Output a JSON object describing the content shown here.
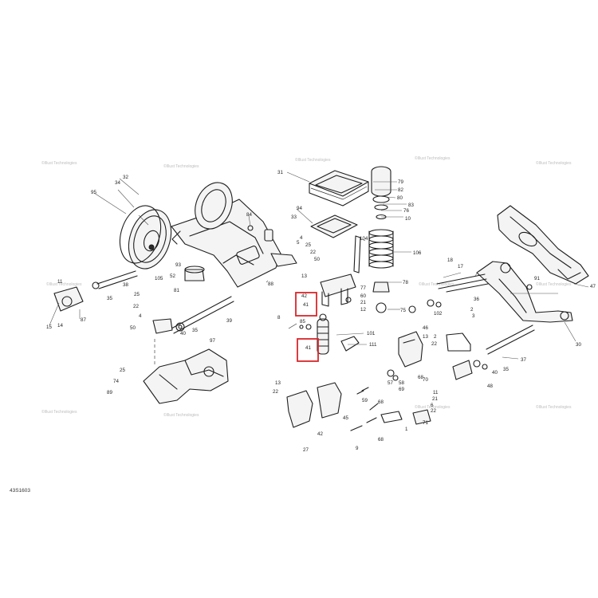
{
  "drawing_code": "43S1603",
  "watermark": "©Illust Technologies",
  "callouts": [
    {
      "id": "c95",
      "label": "95"
    },
    {
      "id": "c34",
      "label": "34"
    },
    {
      "id": "c32",
      "label": "32"
    },
    {
      "id": "c84",
      "label": "84"
    },
    {
      "id": "c33",
      "label": "33"
    },
    {
      "id": "c31",
      "label": "31"
    },
    {
      "id": "c94",
      "label": "94"
    },
    {
      "id": "c5a",
      "label": "5"
    },
    {
      "id": "c4a",
      "label": "4"
    },
    {
      "id": "c25a",
      "label": "25"
    },
    {
      "id": "c22a",
      "label": "22"
    },
    {
      "id": "c50a",
      "label": "50"
    },
    {
      "id": "c79",
      "label": "79"
    },
    {
      "id": "c82",
      "label": "82"
    },
    {
      "id": "c80",
      "label": "80"
    },
    {
      "id": "c83",
      "label": "83"
    },
    {
      "id": "c76",
      "label": "76"
    },
    {
      "id": "c10",
      "label": "10"
    },
    {
      "id": "c104",
      "label": "104"
    },
    {
      "id": "c106",
      "label": "106"
    },
    {
      "id": "c93",
      "label": "93"
    },
    {
      "id": "c52",
      "label": "52"
    },
    {
      "id": "c81",
      "label": "81"
    },
    {
      "id": "c105",
      "label": "105"
    },
    {
      "id": "c88",
      "label": "88"
    },
    {
      "id": "c11a",
      "label": "11"
    },
    {
      "id": "c15",
      "label": "15"
    },
    {
      "id": "c14",
      "label": "14"
    },
    {
      "id": "c87",
      "label": "87"
    },
    {
      "id": "c35a",
      "label": "35"
    },
    {
      "id": "c38",
      "label": "38"
    },
    {
      "id": "c25b",
      "label": "25"
    },
    {
      "id": "c22b",
      "label": "22"
    },
    {
      "id": "c4b",
      "label": "4"
    },
    {
      "id": "c50b",
      "label": "50"
    },
    {
      "id": "c40a",
      "label": "40"
    },
    {
      "id": "c35b",
      "label": "35"
    },
    {
      "id": "c39",
      "label": "39"
    },
    {
      "id": "c13a",
      "label": "13"
    },
    {
      "id": "c42a",
      "label": "42"
    },
    {
      "id": "c41a",
      "label": "41"
    },
    {
      "id": "c77",
      "label": "77"
    },
    {
      "id": "c60",
      "label": "60"
    },
    {
      "id": "c21a",
      "label": "21"
    },
    {
      "id": "c12",
      "label": "12"
    },
    {
      "id": "c78",
      "label": "78"
    },
    {
      "id": "c75",
      "label": "75"
    },
    {
      "id": "c8",
      "label": "8"
    },
    {
      "id": "c85",
      "label": "85"
    },
    {
      "id": "c41b",
      "label": "41"
    },
    {
      "id": "c101",
      "label": "101"
    },
    {
      "id": "c111",
      "label": "111"
    },
    {
      "id": "c97",
      "label": "97"
    },
    {
      "id": "c25c",
      "label": "25"
    },
    {
      "id": "c74",
      "label": "74"
    },
    {
      "id": "c89",
      "label": "89"
    },
    {
      "id": "c18",
      "label": "18"
    },
    {
      "id": "c17",
      "label": "17"
    },
    {
      "id": "c36",
      "label": "36"
    },
    {
      "id": "c91",
      "label": "91"
    },
    {
      "id": "c47",
      "label": "47"
    },
    {
      "id": "c102",
      "label": "102"
    },
    {
      "id": "c2",
      "label": "2"
    },
    {
      "id": "c3",
      "label": "3"
    },
    {
      "id": "c30",
      "label": "30"
    },
    {
      "id": "c46",
      "label": "46"
    },
    {
      "id": "c13b",
      "label": "13"
    },
    {
      "id": "c22c",
      "label": "22"
    },
    {
      "id": "c2b",
      "label": "2"
    },
    {
      "id": "c58",
      "label": "58"
    },
    {
      "id": "c57",
      "label": "57"
    },
    {
      "id": "c59",
      "label": "59"
    },
    {
      "id": "c69",
      "label": "69"
    },
    {
      "id": "c68a",
      "label": "68"
    },
    {
      "id": "c37",
      "label": "37"
    },
    {
      "id": "c40b",
      "label": "40"
    },
    {
      "id": "c35c",
      "label": "35"
    },
    {
      "id": "c48",
      "label": "48"
    },
    {
      "id": "c13c",
      "label": "13"
    },
    {
      "id": "c22d",
      "label": "22"
    },
    {
      "id": "c45",
      "label": "45"
    },
    {
      "id": "c68b",
      "label": "68"
    },
    {
      "id": "c70",
      "label": "70"
    },
    {
      "id": "c11b",
      "label": "11"
    },
    {
      "id": "c21b",
      "label": "21"
    },
    {
      "id": "c71",
      "label": "71"
    },
    {
      "id": "c68c",
      "label": "68"
    },
    {
      "id": "c42b",
      "label": "42"
    },
    {
      "id": "c27",
      "label": "27"
    },
    {
      "id": "c9",
      "label": "9"
    },
    {
      "id": "c1",
      "label": "1"
    },
    {
      "id": "c6",
      "label": "6"
    },
    {
      "id": "c22e",
      "label": "22"
    }
  ],
  "highlights": [
    {
      "id": "box-top",
      "covers": [
        "42",
        "41"
      ]
    },
    {
      "id": "box-bottom",
      "covers": [
        "41"
      ]
    }
  ]
}
